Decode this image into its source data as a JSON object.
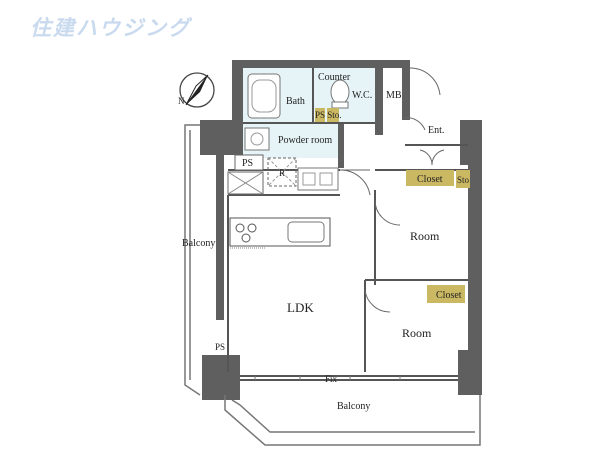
{
  "brand": {
    "logo_text": "住建ハウジング"
  },
  "compass": {
    "label": "N"
  },
  "labels": {
    "counter": "Counter",
    "bath": "Bath",
    "wc": "W.C.",
    "mb": "MB",
    "ps_sto": "PS Sto.",
    "powder_room": "Powder room",
    "ps": "PS",
    "ent": "Ent.",
    "refrigerator": "R",
    "closet_top": "Closet",
    "sto": "Sto",
    "room_upper": "Room",
    "closet_mid": "Closet",
    "balcony_left": "Balcony",
    "ldk": "LDK",
    "room_lower": "Room",
    "ps_lower": "PS",
    "fix": "Fix",
    "balcony_bottom": "Balcony"
  },
  "colors": {
    "wall": "#5f5f5f",
    "wet_area": "#e6f3f7",
    "closet_fill": "#cbb863",
    "logo": "#c9d9ee"
  }
}
